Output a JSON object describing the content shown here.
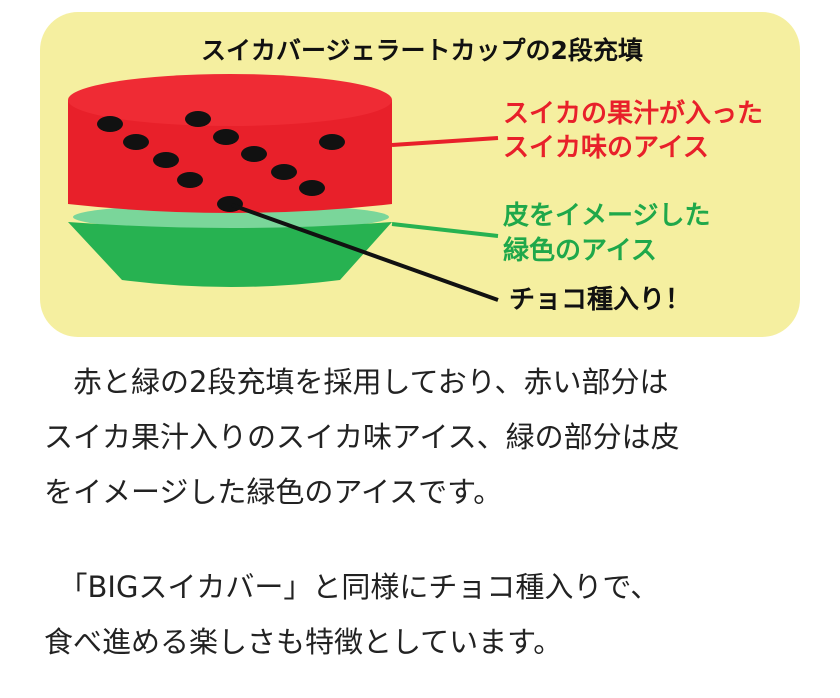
{
  "diagram": {
    "title": "スイカバージェラートカップの2段充填",
    "labels": {
      "red_line1": "スイカの果汁が入った",
      "red_line2": "スイカ味のアイス",
      "green_line1": "皮をイメージした",
      "green_line2": "緑色のアイス",
      "choco": "チョコ種入り！"
    },
    "colors": {
      "background": "#f5efa0",
      "red": "#e8202a",
      "green": "#27b251",
      "light_green": "#7ad69a",
      "seed": "#111111",
      "red_text": "#e8202a",
      "green_text": "#1fa84a"
    }
  },
  "paragraphs": [
    {
      "lines": [
        "　赤と緑の2段充填を採用しており、赤い部分は",
        "スイカ果汁入りのスイカ味アイス、緑の部分は皮",
        "をイメージした緑色のアイスです。"
      ]
    },
    {
      "lines": [
        "　「BIGスイカバー」と同様にチョコ種入りで、",
        "食べ進める楽しさも特徴としています。"
      ]
    }
  ]
}
